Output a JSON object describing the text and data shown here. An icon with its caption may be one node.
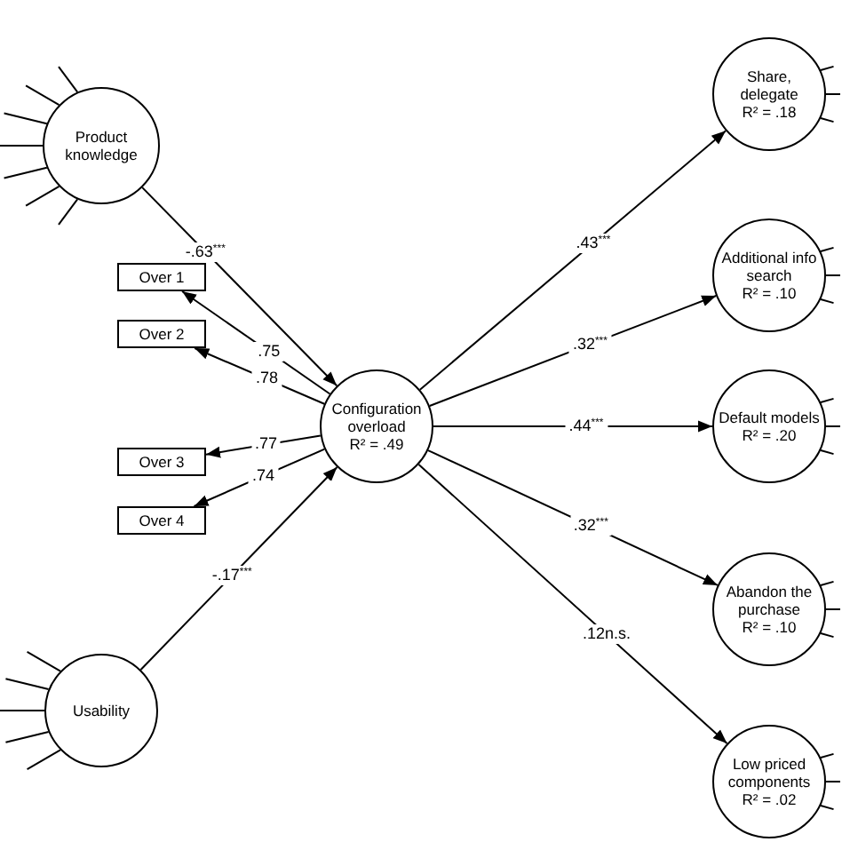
{
  "diagram": {
    "nodes": [
      {
        "text": [
          "Product knowledge"
        ]
      },
      {
        "text": [
          "Over 1"
        ]
      },
      {
        "text": [
          "Over 2"
        ]
      },
      {
        "text": [
          "Over 3"
        ]
      },
      {
        "text": [
          "Over 4"
        ]
      },
      {
        "text": [
          "Configuration overload",
          "R² = .49"
        ]
      },
      {
        "text": [
          "Usability"
        ]
      },
      {
        "text": [
          "Share, delegate",
          "R² = .18"
        ]
      },
      {
        "text": [
          "Additional info search",
          "R² = .10"
        ]
      },
      {
        "text": [
          "Default models",
          "R² = .20"
        ]
      },
      {
        "text": [
          "Abandon the purchase",
          "R² = .10"
        ]
      },
      {
        "text": [
          "Low priced components",
          "R² = .02"
        ]
      }
    ],
    "edges": [
      {
        "from": 0,
        "to": 5,
        "arrow": "to",
        "label": "-.63$^{***}$"
      },
      {
        "from": 5,
        "to": 1,
        "arrow": "to",
        "label": ".75"
      },
      {
        "from": 5,
        "to": 2,
        "arrow": "to",
        "label": ".78"
      },
      {
        "from": 5,
        "to": 3,
        "arrow": "to",
        "label": ".77"
      },
      {
        "from": 5,
        "to": 4,
        "arrow": "to",
        "label": ".74"
      },
      {
        "from": 6,
        "to": 5,
        "arrow": "to",
        "label": "-.17$^{***}$"
      },
      {
        "from": 5,
        "to": 7,
        "arrow": "to",
        "label": ".43$^{***}$"
      },
      {
        "from": 5,
        "to": 8,
        "arrow": "to",
        "label": ".32$^{***}$"
      },
      {
        "from": 5,
        "to": 9,
        "arrow": "to",
        "label": ".44$^{***}$"
      },
      {
        "from": 5,
        "to": 10,
        "arrow": "to",
        "label": ".32$^{***}$"
      },
      {
        "from": 5,
        "to": 11,
        "arrow": "to",
        "label": ".12n.s."
      }
    ]
  }
}
